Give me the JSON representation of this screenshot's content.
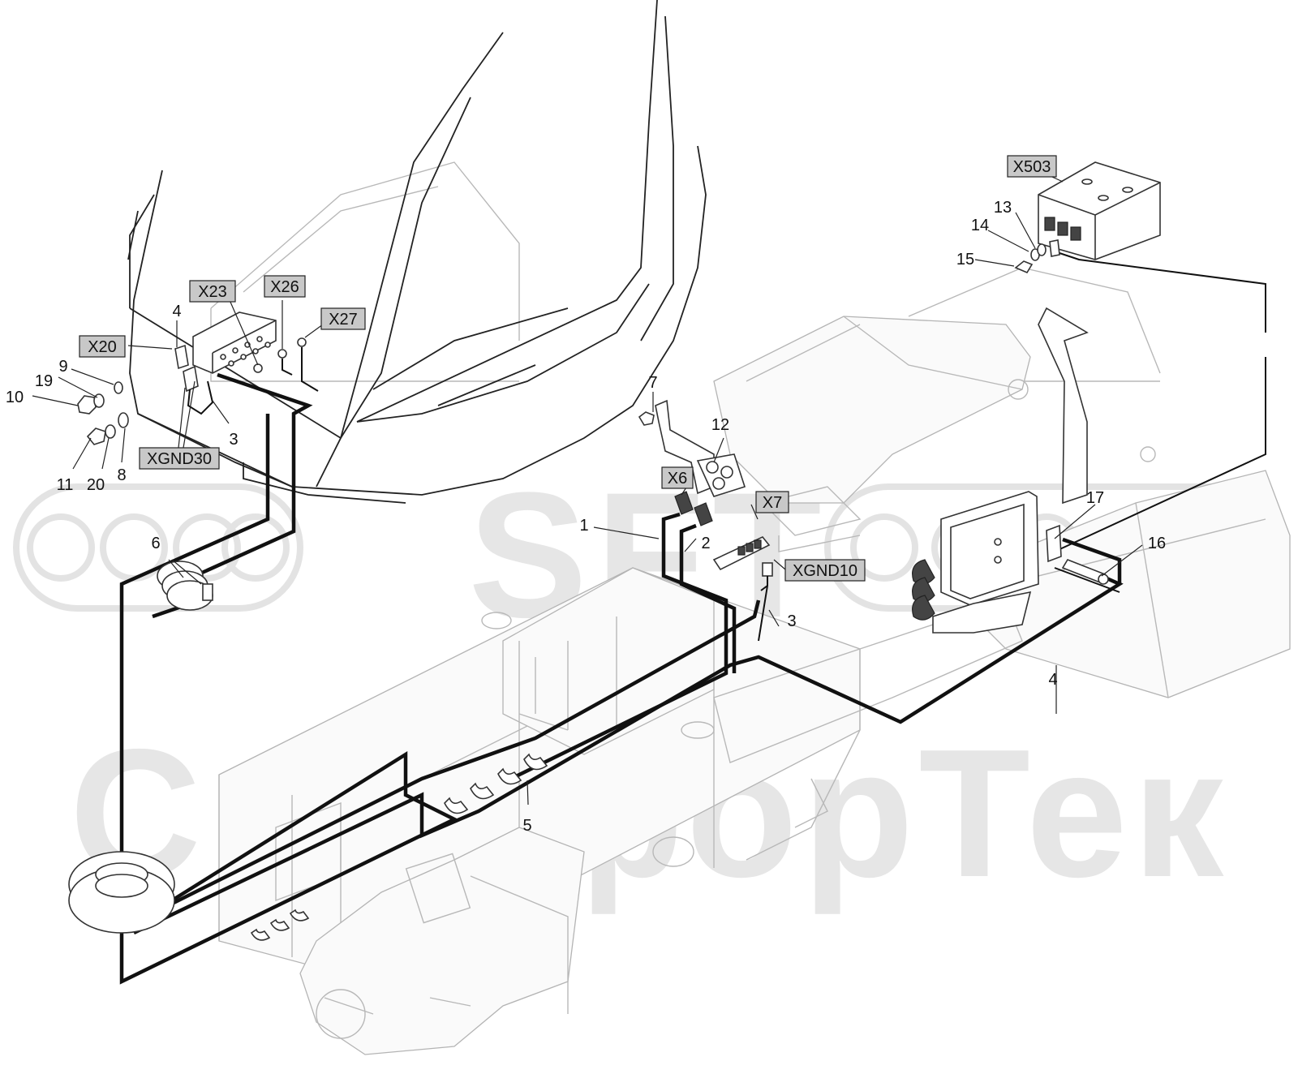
{
  "watermark": {
    "logo_text": "SFT",
    "brand_text": "СканфорТек"
  },
  "connectors": [
    {
      "id": "x20",
      "label": "X20"
    },
    {
      "id": "x23",
      "label": "X23"
    },
    {
      "id": "x26",
      "label": "X26"
    },
    {
      "id": "x27",
      "label": "X27"
    },
    {
      "id": "xgnd30",
      "label": "XGND30"
    },
    {
      "id": "x6",
      "label": "X6"
    },
    {
      "id": "x7",
      "label": "X7"
    },
    {
      "id": "xgnd10",
      "label": "XGND10"
    },
    {
      "id": "x503",
      "label": "X503"
    }
  ],
  "callouts": {
    "c1": "1",
    "c2": "2",
    "c3a": "3",
    "c3b": "3",
    "c4a": "4",
    "c4b": "4",
    "c5": "5",
    "c6": "6",
    "c7": "7",
    "c8": "8",
    "c9": "9",
    "c10": "10",
    "c11": "11",
    "c12": "12",
    "c13": "13",
    "c14": "14",
    "c15": "15",
    "c16": "16",
    "c17": "17",
    "c19": "19",
    "c20": "20"
  },
  "colors": {
    "connector_tag_fill": "#c8c8c8",
    "harness": "#111111",
    "ghost_outline": "#b8b8b8",
    "watermark": "#e6e6e6"
  }
}
